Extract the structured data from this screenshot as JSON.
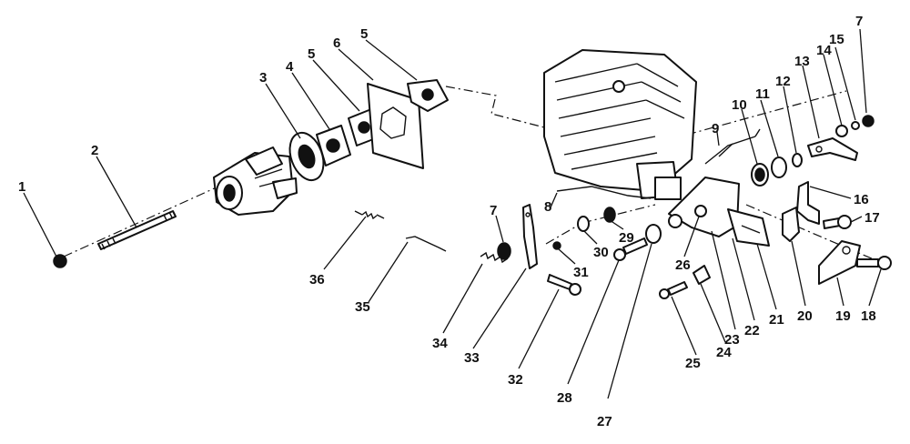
{
  "labels": [
    {
      "id": "c1",
      "text": "1"
    },
    {
      "id": "c2",
      "text": "2"
    },
    {
      "id": "c3",
      "text": "3"
    },
    {
      "id": "c4",
      "text": "4"
    },
    {
      "id": "c5a",
      "text": "5"
    },
    {
      "id": "c5b",
      "text": "5"
    },
    {
      "id": "c6",
      "text": "6"
    },
    {
      "id": "c7a",
      "text": "7"
    },
    {
      "id": "c7b",
      "text": "7"
    },
    {
      "id": "c8",
      "text": "8"
    },
    {
      "id": "c9",
      "text": "9"
    },
    {
      "id": "c10",
      "text": "10"
    },
    {
      "id": "c11",
      "text": "11"
    },
    {
      "id": "c12",
      "text": "12"
    },
    {
      "id": "c13",
      "text": "13"
    },
    {
      "id": "c14",
      "text": "14"
    },
    {
      "id": "c15",
      "text": "15"
    },
    {
      "id": "c16",
      "text": "16"
    },
    {
      "id": "c17",
      "text": "17"
    },
    {
      "id": "c18",
      "text": "18"
    },
    {
      "id": "c19",
      "text": "19"
    },
    {
      "id": "c20",
      "text": "20"
    },
    {
      "id": "c21",
      "text": "21"
    },
    {
      "id": "c22",
      "text": "22"
    },
    {
      "id": "c23",
      "text": "23"
    },
    {
      "id": "c24",
      "text": "24"
    },
    {
      "id": "c25",
      "text": "25"
    },
    {
      "id": "c26",
      "text": "26"
    },
    {
      "id": "c27",
      "text": "27"
    },
    {
      "id": "c28",
      "text": "28"
    },
    {
      "id": "c29",
      "text": "29"
    },
    {
      "id": "c30",
      "text": "30"
    },
    {
      "id": "c31",
      "text": "31"
    },
    {
      "id": "c32",
      "text": "32"
    },
    {
      "id": "c33",
      "text": "33"
    },
    {
      "id": "c34",
      "text": "34"
    },
    {
      "id": "c35",
      "text": "35"
    },
    {
      "id": "c36",
      "text": "36"
    }
  ]
}
